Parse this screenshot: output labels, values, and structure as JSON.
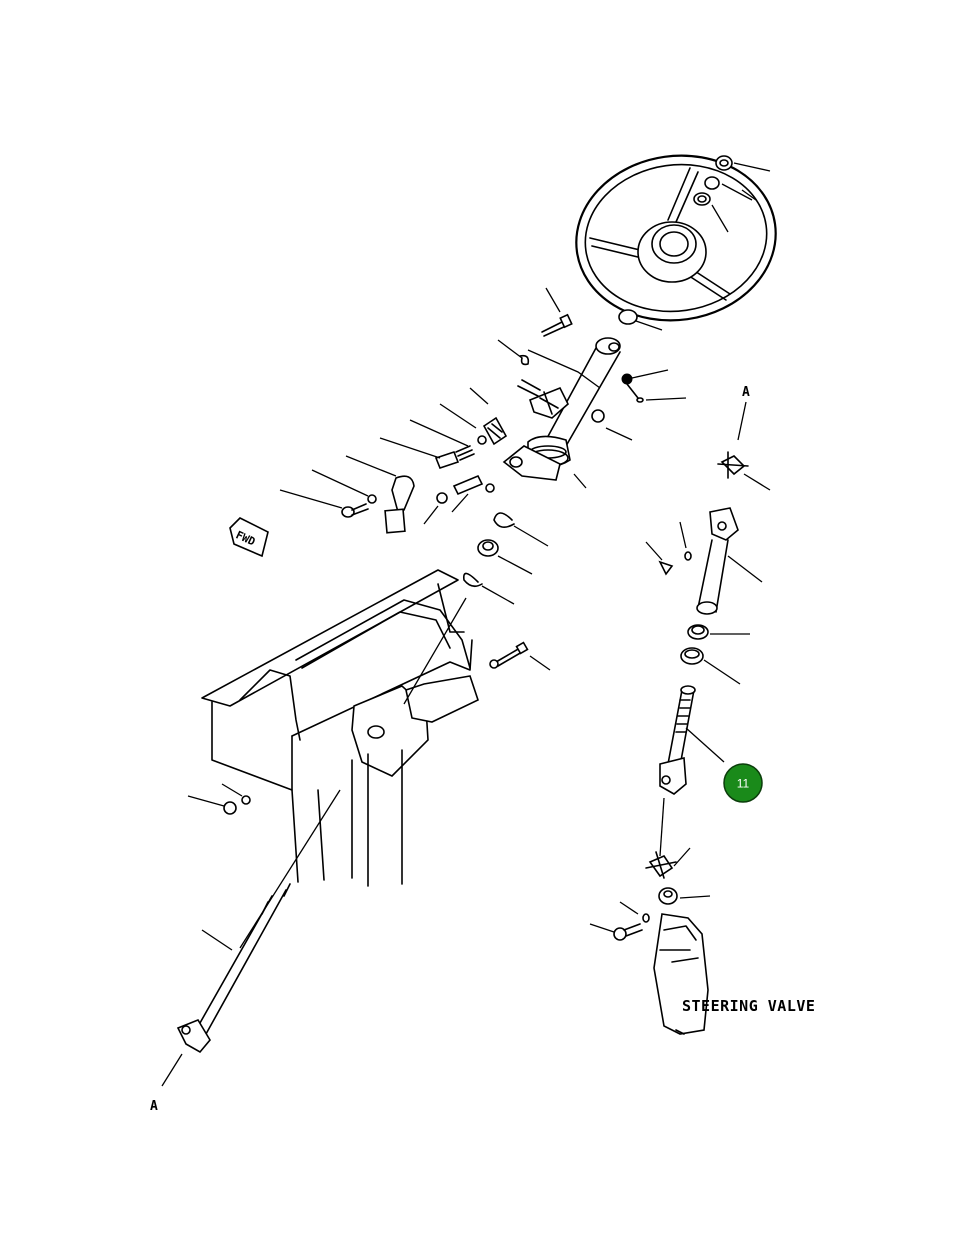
{
  "labels": {
    "steering_valve": "STEERING VALVE",
    "ref_a_top": "A",
    "ref_a_bottom": "A",
    "fwd": "FWD"
  },
  "callout": {
    "number": "11",
    "color": "#1a8a1a",
    "border_color": "#0b3d0b"
  }
}
